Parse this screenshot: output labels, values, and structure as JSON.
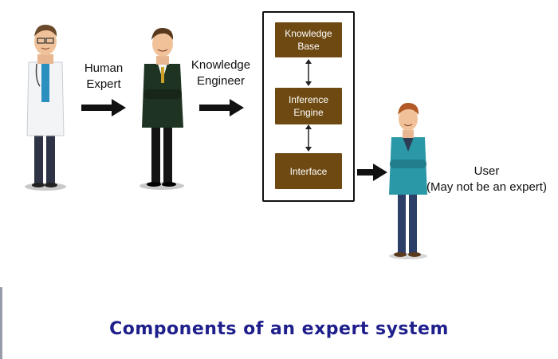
{
  "labels": {
    "human_expert": [
      "Human",
      "Expert"
    ],
    "knowledge_engineer": [
      "Knowledge",
      "Engineer"
    ],
    "user": [
      "User",
      "(May not be an expert)"
    ]
  },
  "system_components": [
    "Knowledge Base",
    "Inference Engine",
    "Interface"
  ],
  "caption": "Components of an expert system",
  "figures": [
    "doctor-figure",
    "engineer-figure",
    "user-figure"
  ],
  "colors": {
    "component_box": "#6e4a12",
    "caption": "#1f1f8c",
    "arrow": "#111111"
  }
}
